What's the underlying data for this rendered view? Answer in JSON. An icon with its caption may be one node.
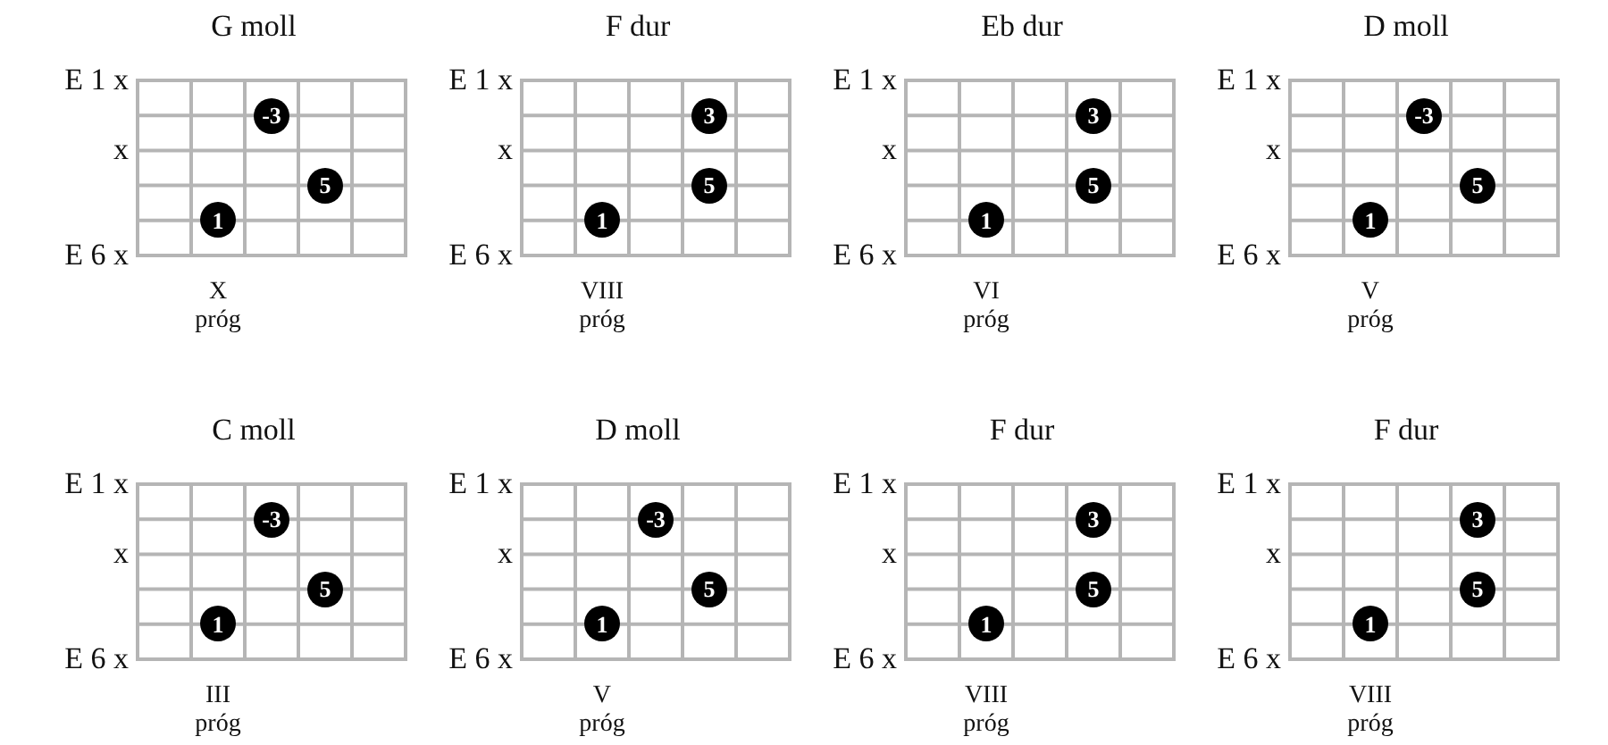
{
  "diagram": {
    "nodes": [
      {
        "text": [
          "G moll"
        ],
        "beside": [
          "E 1 x",
          "x",
          "E 6 x",
          "X próg"
        ]
      },
      {
        "text": [
          "-3"
        ],
        "in": 0
      },
      {
        "text": [
          "5"
        ],
        "in": 0
      },
      {
        "text": [
          "1"
        ],
        "in": 0
      },
      {
        "text": [
          "F dur"
        ],
        "beside": [
          "E 1 x",
          "x",
          "E 6 x",
          "VIII próg"
        ]
      },
      {
        "text": [
          "3"
        ],
        "in": 4
      },
      {
        "text": [
          "5"
        ],
        "in": 4
      },
      {
        "text": [
          "1"
        ],
        "in": 4
      },
      {
        "text": [
          "Eb dur"
        ],
        "beside": [
          "E 1 x",
          "x",
          "E 6 x",
          "VI próg"
        ]
      },
      {
        "text": [
          "3"
        ],
        "in": 8
      },
      {
        "text": [
          "5"
        ],
        "in": 8
      },
      {
        "text": [
          "1"
        ],
        "in": 8
      },
      {
        "text": [
          "D moll"
        ],
        "beside": [
          "E 1 x",
          "x",
          "E 6 x",
          "V próg"
        ]
      },
      {
        "text": [
          "-3"
        ],
        "in": 12
      },
      {
        "text": [
          "5"
        ],
        "in": 12
      },
      {
        "text": [
          "1"
        ],
        "in": 12
      },
      {
        "text": [
          "C moll"
        ],
        "beside": [
          "E 1 x",
          "x",
          "E 6 x",
          "III próg"
        ]
      },
      {
        "text": [
          "-3"
        ],
        "in": 16
      },
      {
        "text": [
          "5"
        ],
        "in": 16
      },
      {
        "text": [
          "1"
        ],
        "in": 16
      },
      {
        "text": [
          "D moll"
        ],
        "beside": [
          "E 1 x",
          "x",
          "E 6 x",
          "V próg"
        ]
      },
      {
        "text": [
          "-3"
        ],
        "in": 20
      },
      {
        "text": [
          "5"
        ],
        "in": 20
      },
      {
        "text": [
          "1"
        ],
        "in": 20
      },
      {
        "text": [
          "F dur"
        ],
        "beside": [
          "E 1 x",
          "x",
          "E 6 x",
          "VIII próg"
        ]
      },
      {
        "text": [
          "3"
        ],
        "in": 24
      },
      {
        "text": [
          "5"
        ],
        "in": 24
      },
      {
        "text": [
          "1"
        ],
        "in": 24
      },
      {
        "text": [
          "F dur"
        ],
        "beside": [
          "E 1 x",
          "x",
          "E 6 x",
          "VIII próg"
        ]
      },
      {
        "text": [
          "3"
        ],
        "in": 28
      },
      {
        "text": [
          "5"
        ],
        "in": 28
      },
      {
        "text": [
          "1"
        ],
        "in": 28
      }
    ]
  }
}
